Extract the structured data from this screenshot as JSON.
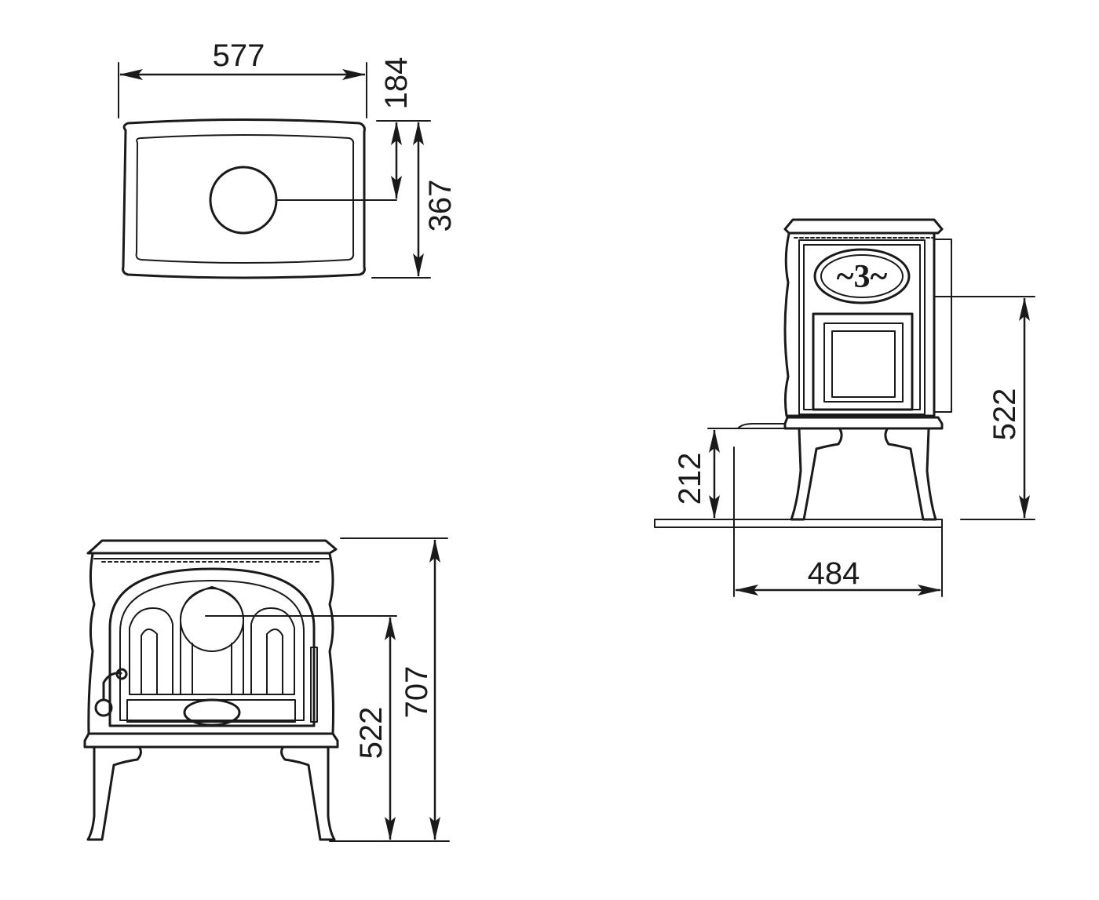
{
  "drawing": {
    "colors": {
      "line": "#1a1a1a",
      "background": "#ffffff"
    },
    "top_view": {
      "dimensions": {
        "width": "577",
        "depth": "367",
        "outlet_offset": "184"
      }
    },
    "front_view": {
      "dimensions": {
        "total_height": "707",
        "outlet_height": "522"
      }
    },
    "side_view": {
      "badge": "~3~",
      "dimensions": {
        "outlet_height": "522",
        "leg_height": "212",
        "depth": "484"
      }
    }
  }
}
